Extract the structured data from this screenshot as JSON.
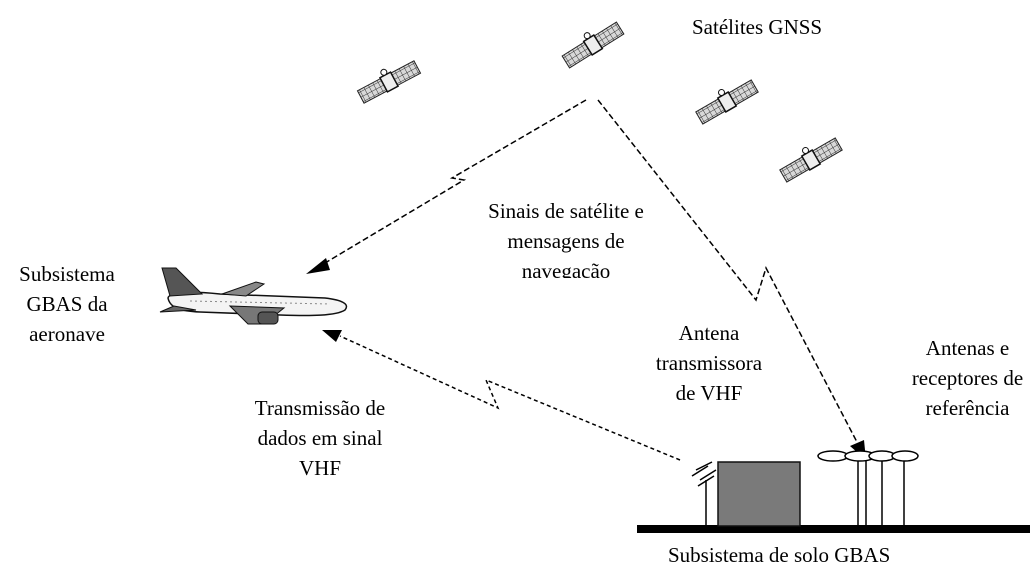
{
  "labels": {
    "satellites": "Satélites GNSS",
    "signals": [
      "Sinais de satélite e",
      "mensagens de",
      "navegação"
    ],
    "aircraft_subsystem": [
      "Subsistema",
      "GBAS da",
      "aeronave"
    ],
    "vhf_transmission": [
      "Transmissão de",
      "dados em sinal",
      "VHF"
    ],
    "tx_antenna": [
      "Antena",
      "transmissora",
      "de VHF"
    ],
    "ref_antennas": [
      "Antenas e",
      "receptores de",
      "referência"
    ],
    "ground_subsystem": "Subsistema de solo GBAS"
  },
  "icons": {
    "satellite": "satellite-icon",
    "aircraft": "airplane-icon",
    "antenna": "vhf-antenna-icon",
    "building": "ground-station-building-icon",
    "reference_antenna": "reference-antenna-icon"
  },
  "colors": {
    "line": "#000000",
    "building": "#7a7a7a",
    "ground": "#000000",
    "satellite_panel": "#b8b8b8"
  }
}
